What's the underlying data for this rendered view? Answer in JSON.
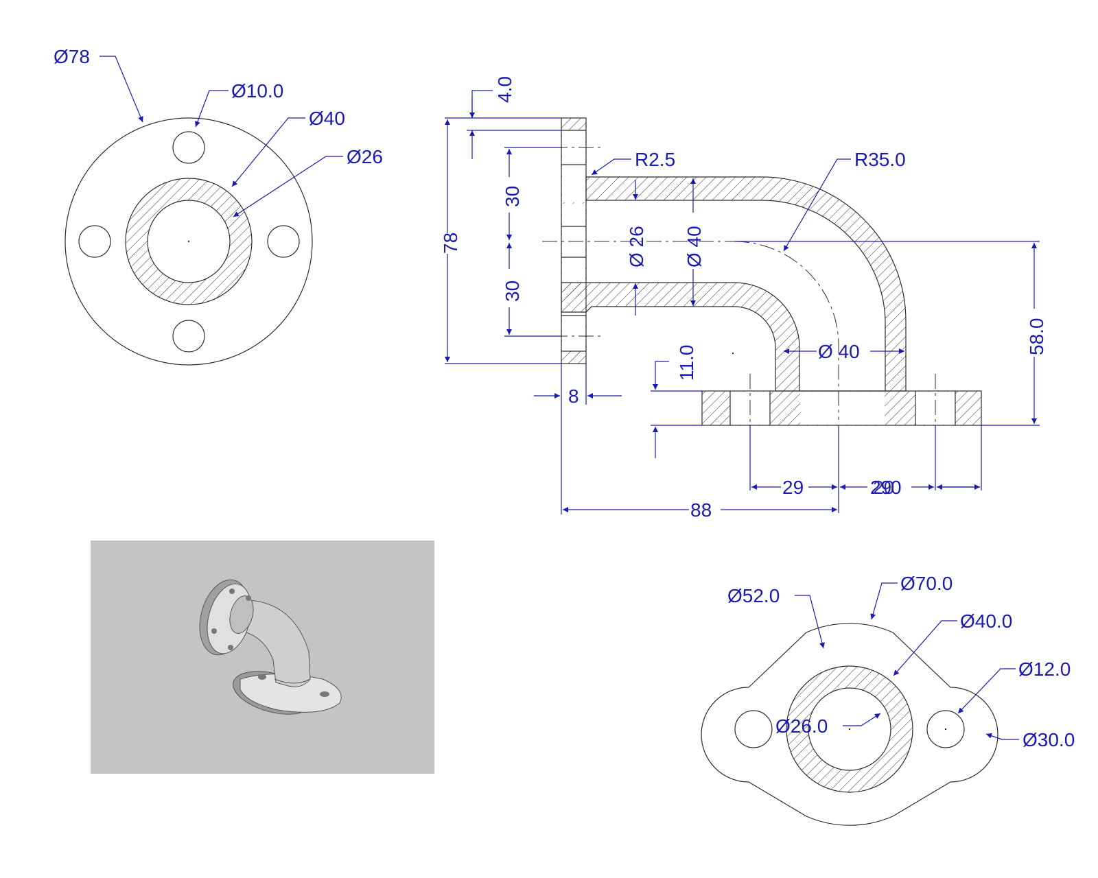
{
  "colors": {
    "dimension": "#1a1ab0",
    "geometry": "#2b2b2b",
    "preview_background": "#c4c4c4"
  },
  "front_flange_view": {
    "outer_diameter": "Ø78",
    "bolt_hole_diameter": "Ø10.0",
    "bore_outer_diameter": "Ø40",
    "bore_inner_diameter": "Ø26"
  },
  "section_view": {
    "flange_thickness_top": "4.0",
    "fillet_radius": "R2.5",
    "bend_radius": "R35.0",
    "flange_height": "78",
    "bolt_offset_upper": "30",
    "bolt_offset_lower": "30",
    "inner_diameter_horizontal": "Ø 26",
    "outer_diameter_horizontal": "Ø 40",
    "outer_diameter_vertical": "Ø 40",
    "vertical_height": "58.0",
    "base_flange_thickness": "11.0",
    "flange_thickness": "8",
    "bolt_to_center": "29",
    "center_to_bolt_overlapped_a": "29",
    "center_to_bolt_overlapped_b": "0",
    "bolt_to_edge": "20",
    "overall_length": "88"
  },
  "bottom_flange_view": {
    "bolt_spacing_diameter": "Ø52.0",
    "outer_diameter": "Ø70.0",
    "bore_outer_diameter": "Ø40.0",
    "bolt_hole_diameter": "Ø12.0",
    "bore_inner_diameter": "Ø26.0",
    "lobe_diameter": "Ø30.0"
  }
}
